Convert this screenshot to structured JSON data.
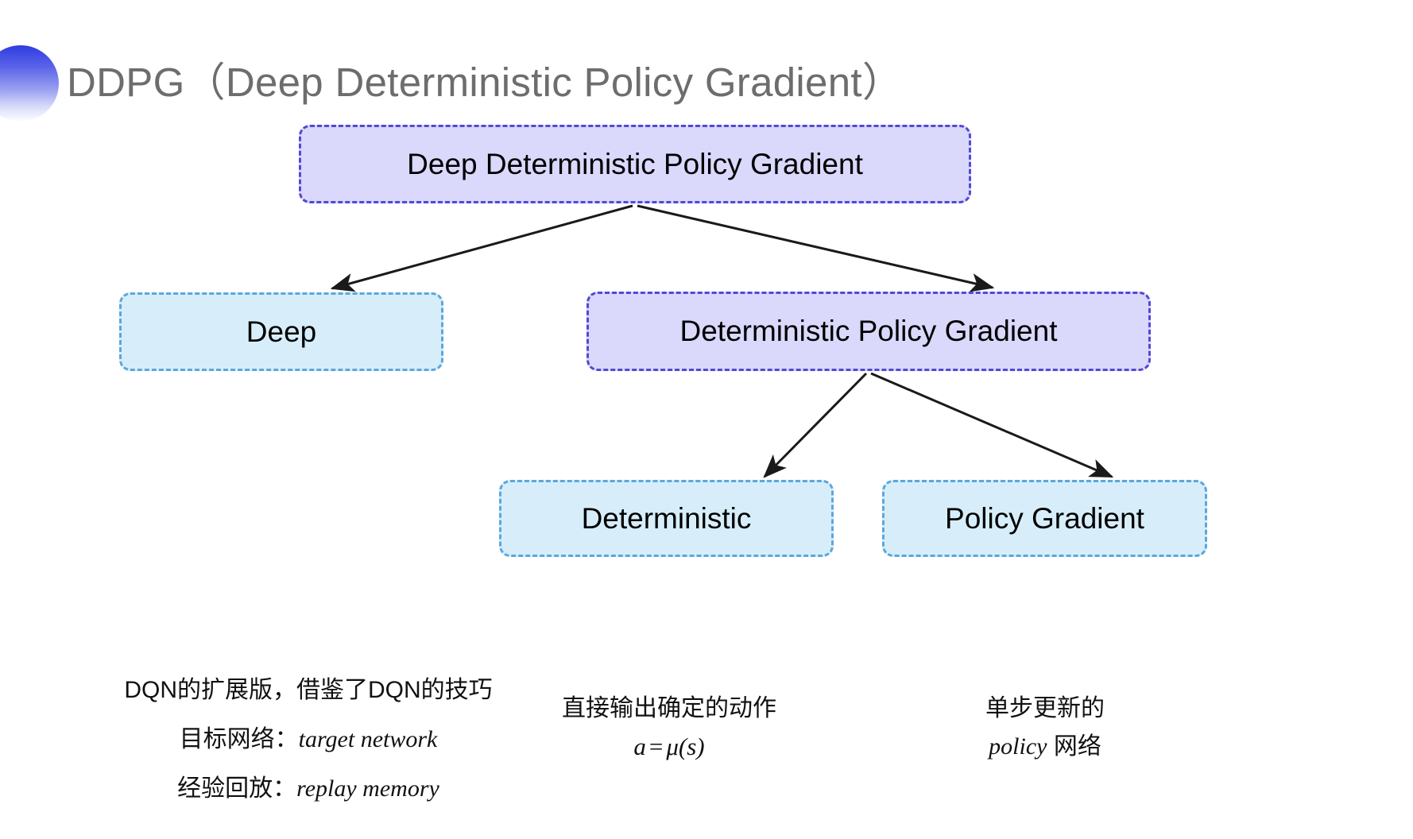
{
  "slide": {
    "title": "DDPG（Deep Deterministic Policy Gradient）",
    "title_color": "#6d6d6d",
    "background": "#ffffff",
    "bullet_icon": "gradient-circle-bullet"
  },
  "palette": {
    "purple_fill": "#dad8fb",
    "purple_border": "#5348d6",
    "cyan_fill": "#d7eefa",
    "cyan_border": "#5ba7dc",
    "arrow_color": "#1a1a1a"
  },
  "diagram": {
    "root": {
      "label": "Deep Deterministic Policy Gradient",
      "style": "purple"
    },
    "level2": [
      {
        "label": "Deep",
        "style": "cyan"
      },
      {
        "label": "Deterministic Policy Gradient",
        "style": "purple"
      }
    ],
    "level3": [
      {
        "label": "Deterministic",
        "style": "cyan"
      },
      {
        "label": "Policy Gradient",
        "style": "cyan"
      }
    ],
    "arrows": [
      {
        "from": "root",
        "to": "Deep"
      },
      {
        "from": "root",
        "to": "Deterministic Policy Gradient"
      },
      {
        "from": "Deterministic Policy Gradient",
        "to": "Deterministic"
      },
      {
        "from": "Deterministic Policy Gradient",
        "to": "Policy Gradient"
      }
    ]
  },
  "captions": {
    "deep": {
      "line1": "DQN的扩展版，借鉴了DQN的技巧",
      "line2_label": "目标网络：",
      "line2_term": "target network",
      "line3_label": "经验回放：",
      "line3_term": "replay memory"
    },
    "deterministic": {
      "line1": "直接输出确定的动作",
      "formula_lhs": "a",
      "formula_op": "=",
      "formula_rhs": "μ(s)"
    },
    "policy_gradient": {
      "line1": "单步更新的",
      "line2_term": "policy",
      "line2_suffix": " 网络"
    }
  }
}
